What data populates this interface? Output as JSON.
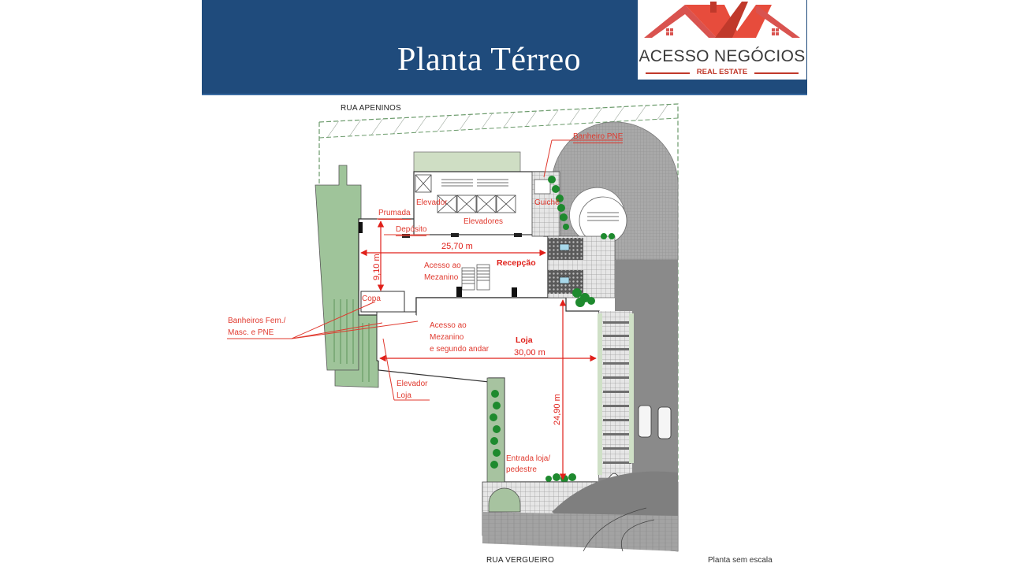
{
  "header": {
    "title": "Planta Térreo",
    "background_color": "#1f4b7c"
  },
  "logo": {
    "name": "ACESSO NEGÓCIOS",
    "subtitle": "REAL ESTATE",
    "icon": "house-roofs-icon",
    "accent_color": "#c0392b"
  },
  "streets": {
    "top": "RUA APENINOS",
    "bottom": "RUA VERGUEIRO"
  },
  "note": "Planta sem escala",
  "rooms": [
    {
      "id": "banheiro-pne",
      "label": "Banheiro PNE"
    },
    {
      "id": "elevador",
      "label": "Elevador"
    },
    {
      "id": "guiche",
      "label": "Guichê"
    },
    {
      "id": "prumada",
      "label": "Prumada"
    },
    {
      "id": "elevadores",
      "label": "Elevadores"
    },
    {
      "id": "deposito",
      "label": "Depósito"
    },
    {
      "id": "recepcao",
      "label": "Recepção"
    },
    {
      "id": "acesso-mezanino",
      "label_line1": "Acesso ao",
      "label_line2": "Mezanino"
    },
    {
      "id": "copa",
      "label": "Copa"
    },
    {
      "id": "banheiros",
      "label_line1": "Banheiros Fem./",
      "label_line2": "Masc. e PNE"
    },
    {
      "id": "acesso-mezanino-segundo",
      "label_line1": "Acesso ao",
      "label_line2": "Mezanino",
      "label_line3": "e segundo andar"
    },
    {
      "id": "loja",
      "label": "Loja"
    },
    {
      "id": "elevador-loja",
      "label_line1": "Elevador",
      "label_line2": "Loja"
    },
    {
      "id": "entrada-loja",
      "label_line1": "Entrada loja/",
      "label_line2": "pedestre"
    }
  ],
  "dimensions": {
    "recepcao_width": "25,70 m",
    "recepcao_depth": "9,10 m",
    "loja_width": "30,00 m",
    "loja_depth": "24,90 m"
  },
  "colors": {
    "annotation": "#e0392e",
    "garden": "#9fc49a",
    "paving": "#8e8e8e",
    "road": "#7a7a7a",
    "plants": "#1e8a2e"
  }
}
